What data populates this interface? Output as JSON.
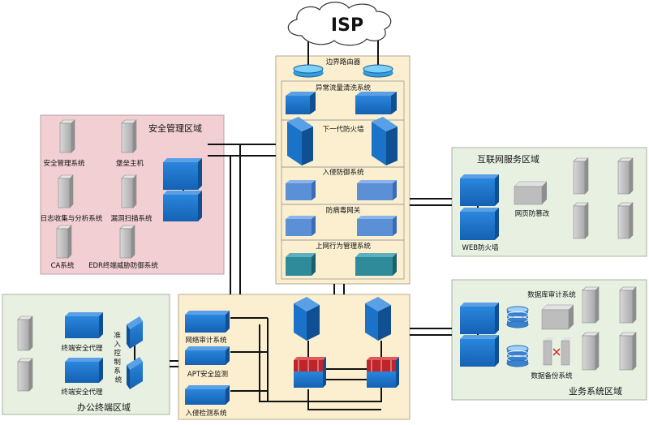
{
  "isp": {
    "label": "ISP"
  },
  "zones": {
    "security_mgmt": {
      "title": "安全管理区域"
    },
    "internet_service": {
      "title": "互联网服务区域"
    },
    "business": {
      "title": "业务系统区域"
    },
    "office": {
      "title": "办公终端区域"
    }
  },
  "core_stack": {
    "border_router": "边界路由器",
    "anomaly_cleaning": "异常流量清洗系统",
    "ngfw": "下一代防火墙",
    "ips": "入侵防御系统",
    "antivirus_gateway": "防病毒网关",
    "internet_behavior": "上网行为管理系统"
  },
  "security_mgmt": {
    "items": [
      "安全管理系统",
      "堡垒主机",
      "日志收集与分析系统",
      "漏洞扫描系统",
      "CA系统",
      "EDR终端威胁防御系统"
    ]
  },
  "internet_service": {
    "waf": "WEB防火墙",
    "tamper": "网页防篡改"
  },
  "business": {
    "db_audit": "数据库审计系统",
    "db_backup": "数据备份系统"
  },
  "office": {
    "endpoint_agent_1": "终端安全代理",
    "endpoint_agent_2": "终端安全代理",
    "nac": "准入控制系统"
  },
  "core_switch_zone": {
    "net_audit": "网络审计系统",
    "apt": "APT安全监测",
    "ids": "入侵检测系统"
  },
  "colors": {
    "pink_zone": "#f2cfd3",
    "green_zone": "#e8f0e2",
    "yellow_zone": "#fbefcf",
    "device_blue": "#1a73c9",
    "device_light_blue": "#5b8fd6",
    "device_teal": "#2f8a9a",
    "server_gray": "#b9b9b9"
  }
}
